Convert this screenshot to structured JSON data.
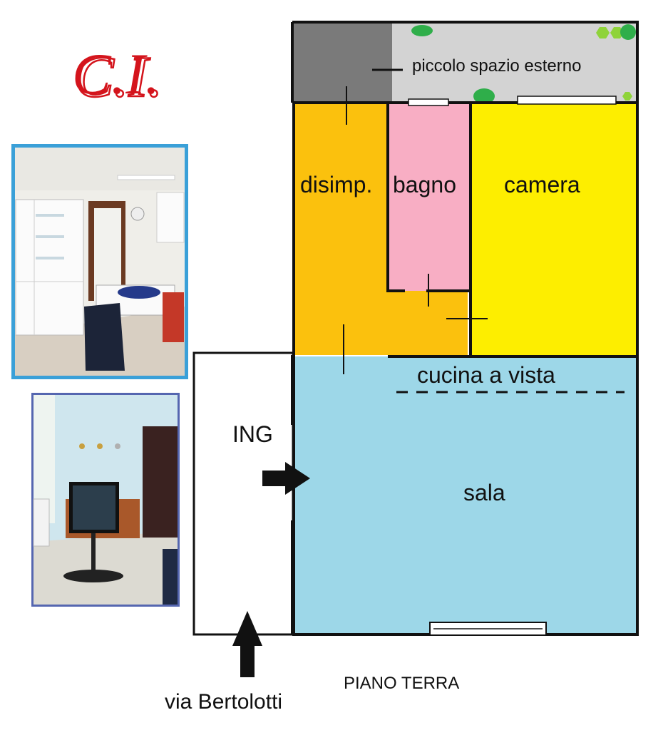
{
  "logo": {
    "text": "C.I.",
    "color": "#d4141c"
  },
  "rooms": {
    "outdoor": {
      "label": "piccolo spazio esterno",
      "color": "#d3d3d3"
    },
    "disimpegno": {
      "label": "disimp.",
      "color": "#fbc10d"
    },
    "bagno": {
      "label": "bagno",
      "color": "#f8aec4"
    },
    "camera": {
      "label": "camera",
      "color": "#fdee00"
    },
    "cucina": {
      "label": "cucina a vista"
    },
    "sala": {
      "label": "sala",
      "color": "#9dd7e8"
    },
    "ingresso": {
      "label": "ING"
    }
  },
  "floor_label": "PIANO TERRA",
  "street_label": "via Bertolotti",
  "photos": [
    {
      "name": "kitchen-photo",
      "frame_color": "#3aa0d8"
    },
    {
      "name": "living-room-photo",
      "frame_color": "#5566b0"
    }
  ],
  "colors": {
    "wall": "#111111",
    "storage": "#7a7a7a",
    "plant": "#2fae4a",
    "plant_light": "#8fd33a"
  }
}
